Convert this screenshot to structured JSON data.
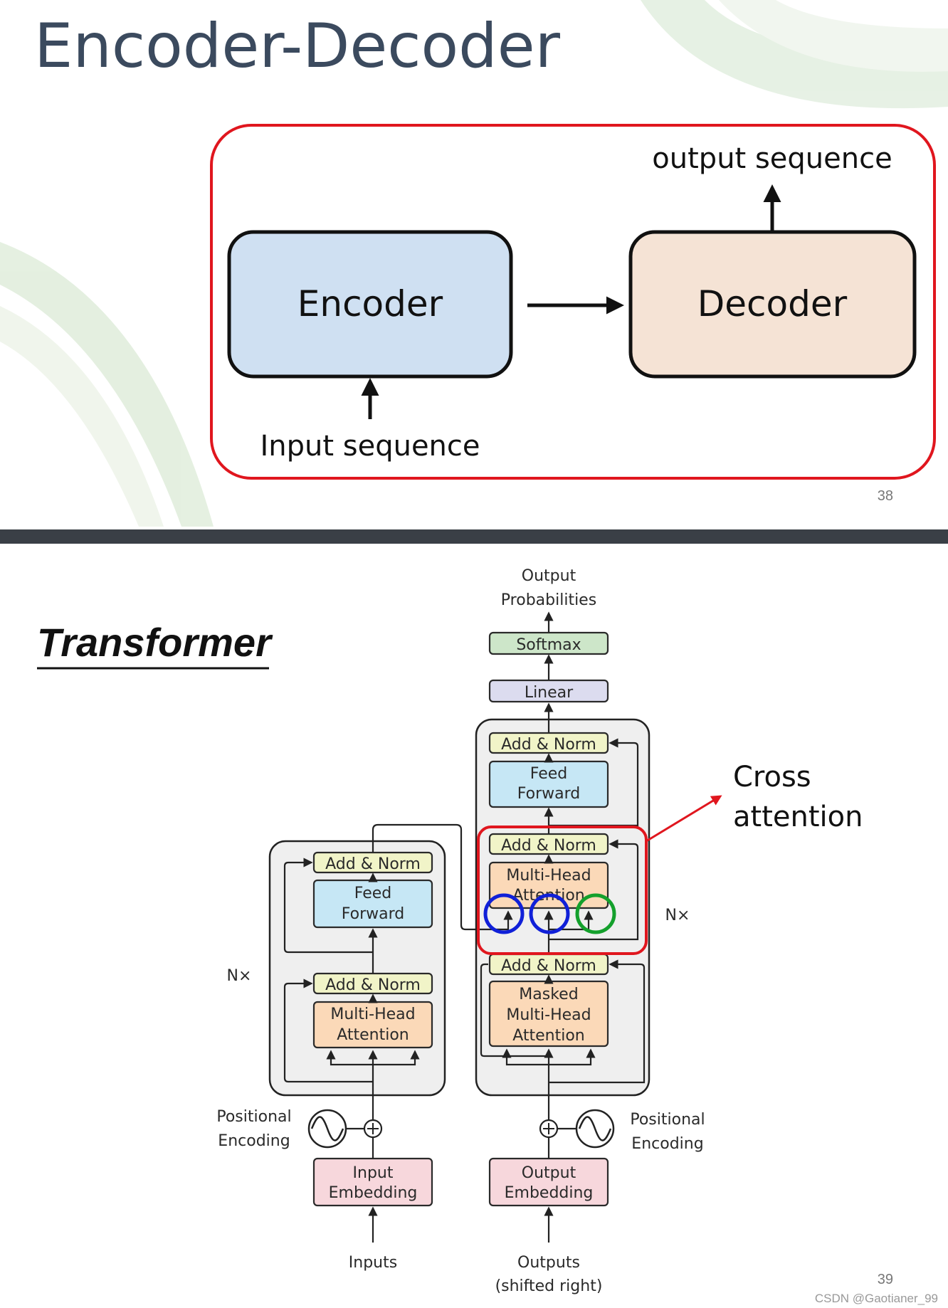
{
  "slide1": {
    "title": "Encoder-Decoder",
    "encoder_label": "Encoder",
    "decoder_label": "Decoder",
    "input_label": "Input sequence",
    "output_label": "output sequence",
    "page_number": "38"
  },
  "slide2": {
    "title": "Transformer",
    "page_number": "39",
    "watermark": "CSDN @Gaotianer_99",
    "annotation": [
      "Cross",
      "attention"
    ],
    "outputs_top": [
      "Output",
      "Probabilities"
    ],
    "softmax": "Softmax",
    "linear": "Linear",
    "add_norm": "Add & Norm",
    "feed_forward": [
      "Feed",
      "Forward"
    ],
    "multi_head": [
      "Multi-Head",
      "Attention"
    ],
    "masked_multi_head": [
      "Masked",
      "Multi-Head",
      "Attention"
    ],
    "nx": "N×",
    "positional_encoding": [
      "Positional",
      "Encoding"
    ],
    "input_embedding": [
      "Input",
      "Embedding"
    ],
    "output_embedding": [
      "Output",
      "Embedding"
    ],
    "inputs": "Inputs",
    "outputs_bottom": [
      "Outputs",
      "(shifted right)"
    ]
  },
  "colors": {
    "title_text": "#3b4a5e",
    "red_frame": "#e0161e",
    "encoder_fill": "#cfe0f2",
    "decoder_fill": "#f5e3d5",
    "add_norm_fill": "#f1f4c8",
    "feed_forward_fill": "#c6e7f5",
    "attention_fill": "#fbd9b8",
    "embedding_fill": "#f7d7dc",
    "softmax_fill": "#cde6c9",
    "linear_fill": "#dcdcef",
    "stack_fill": "#efefef",
    "blue_circle": "#1020d8",
    "green_circle": "#14a02c",
    "divider": "#3a3f46"
  }
}
